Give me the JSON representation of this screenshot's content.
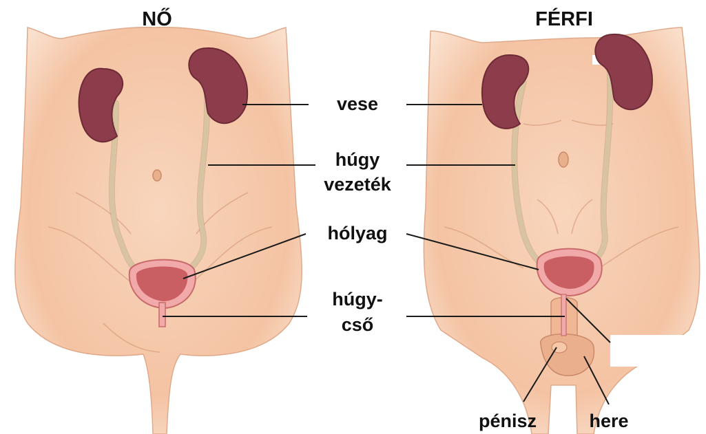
{
  "headings": {
    "female": "NŐ",
    "male": "FÉRFI"
  },
  "labels": {
    "kidney": "vese",
    "ureter_line1": "húgy",
    "ureter_line2": "vezeték",
    "bladder": "hólyag",
    "urethra_line1": "húgy-",
    "urethra_line2": "cső",
    "penis": "pénisz",
    "testis": "here"
  },
  "colors": {
    "kidney": "#8c3c4a",
    "ureter": "#d8c4a0",
    "bladder": "#f2a9a9",
    "skin": "#f6c9ab"
  }
}
